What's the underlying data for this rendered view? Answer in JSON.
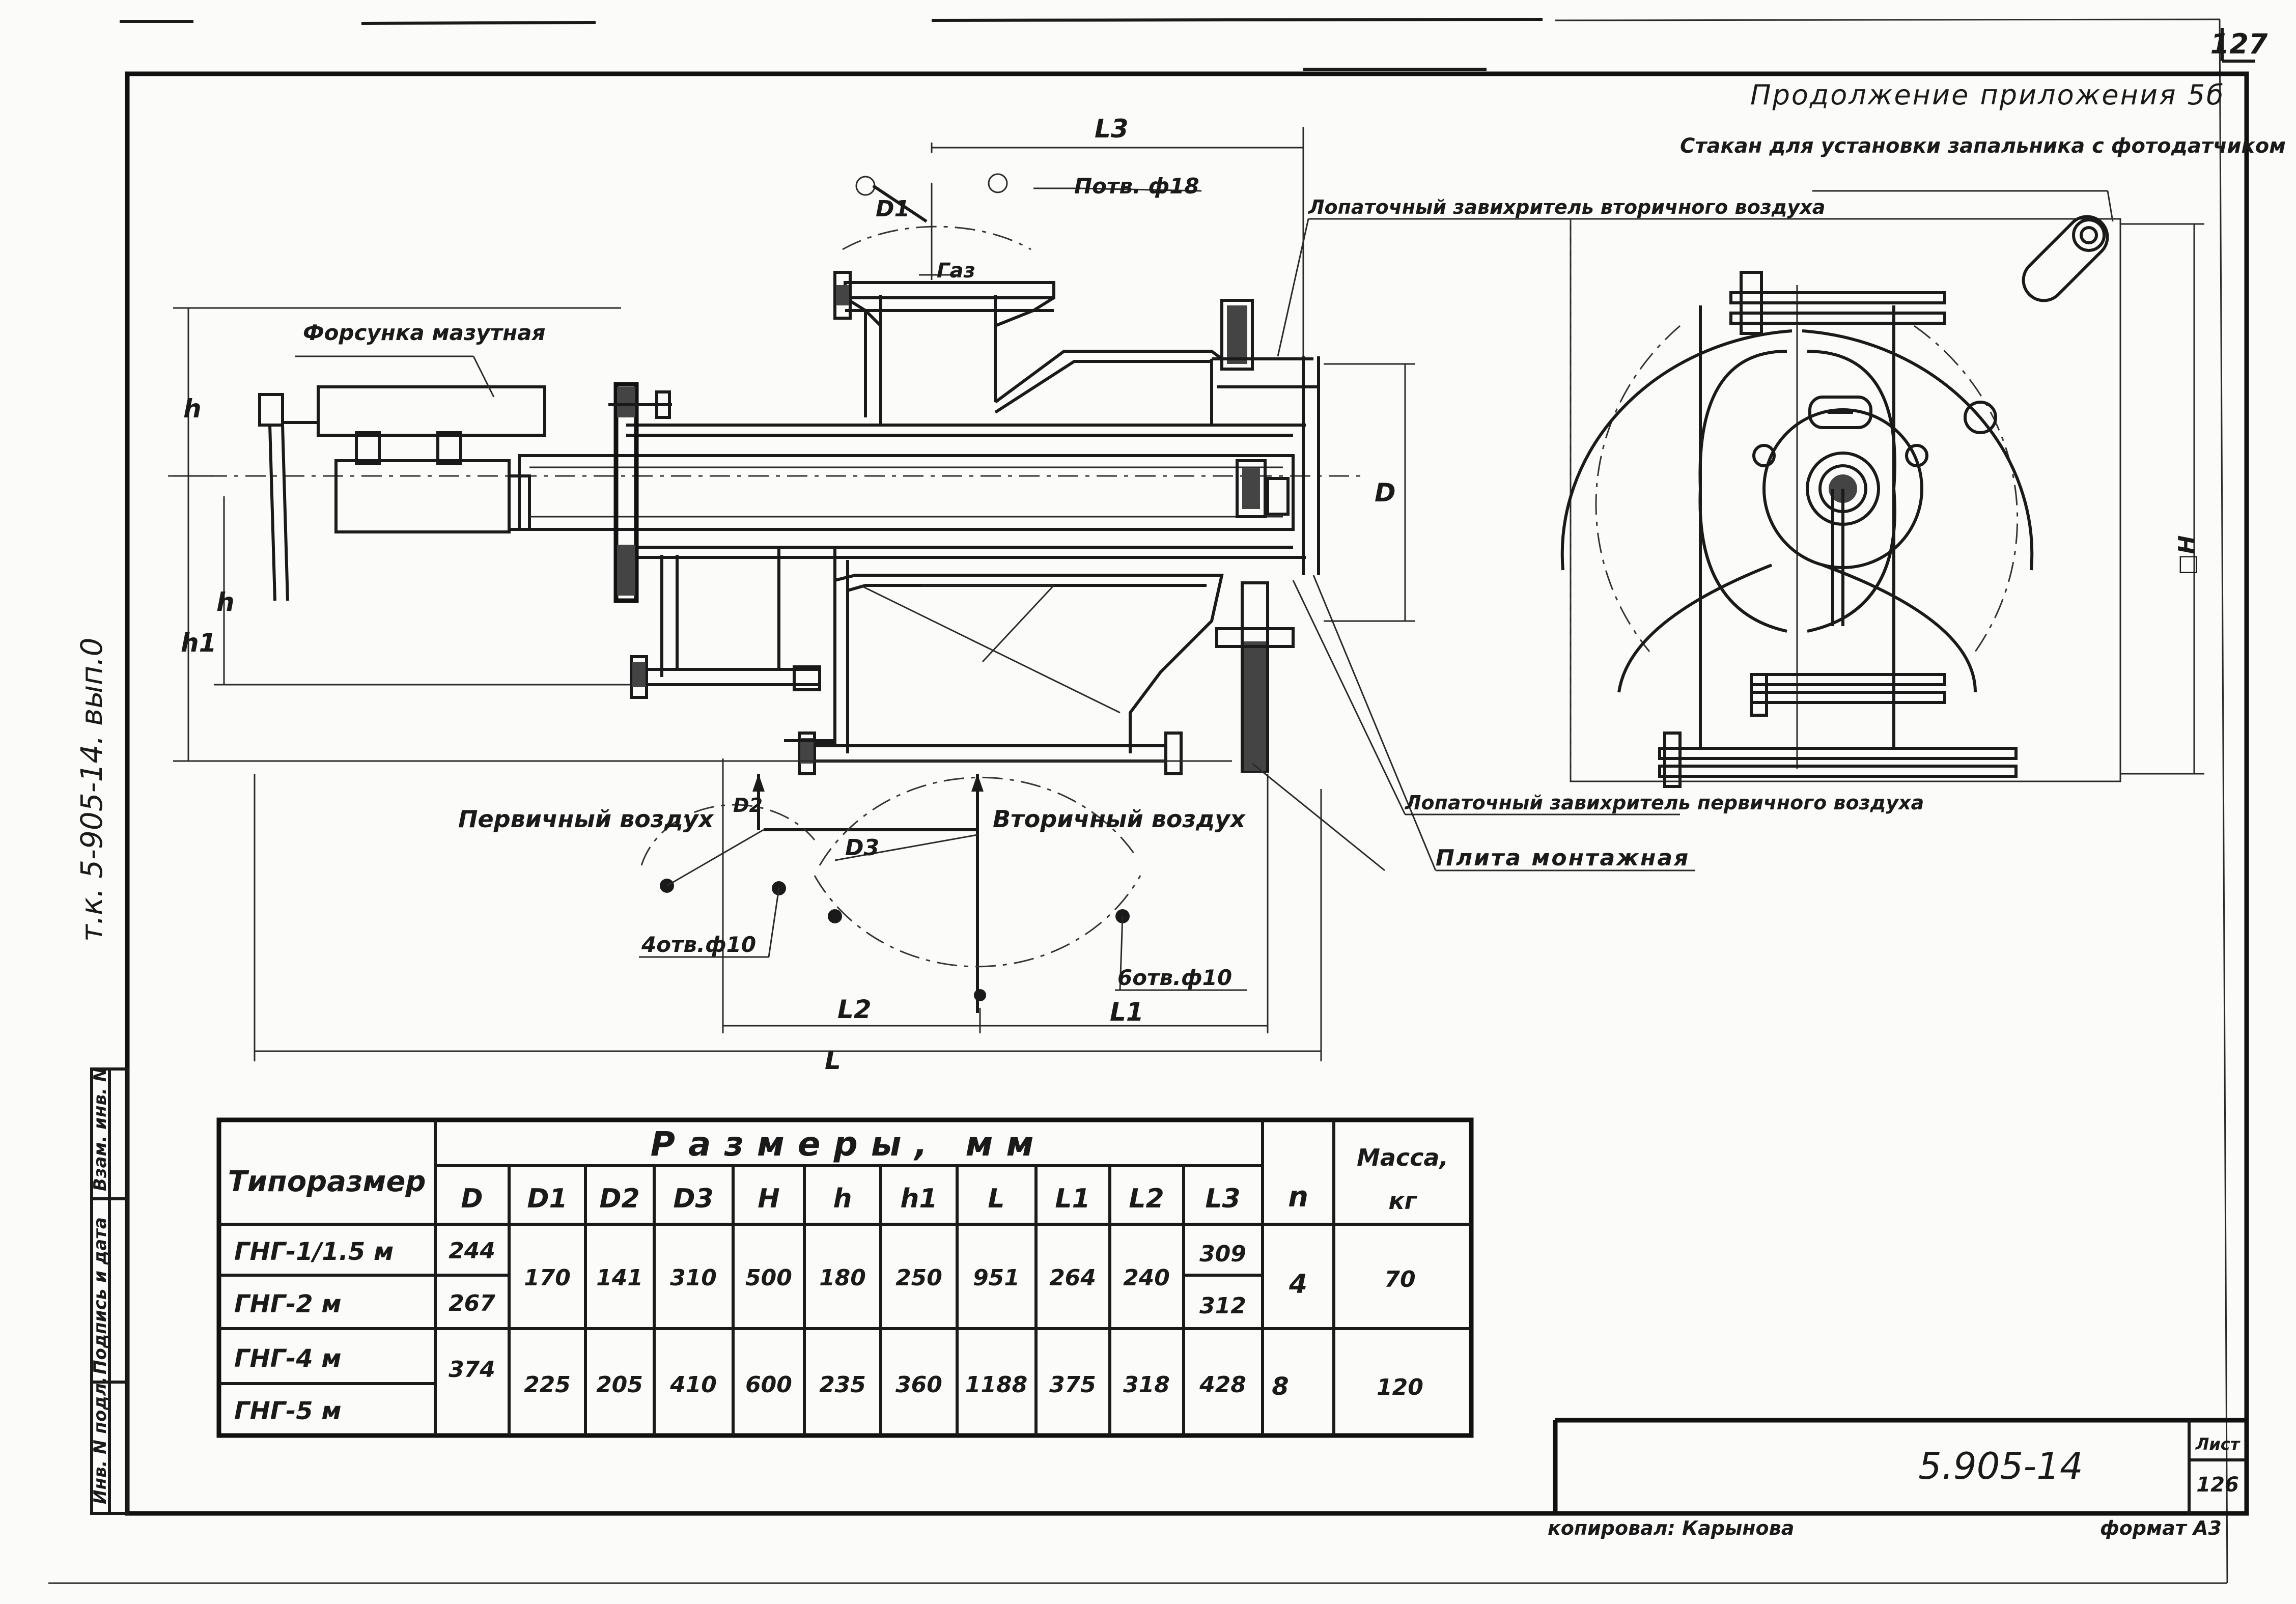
{
  "sheet": {
    "page_number": "127",
    "header": "Продолжение приложения 5б",
    "side_note": "т.к. 5-905-14. вып.0",
    "format": "формат А3",
    "copied_by": "копировал: Карынова"
  },
  "title_block": {
    "doc_number": "5.905-14",
    "sheet_label": "Лист",
    "sheet_number": "126"
  },
  "side_stamp": [
    "Инв. N подл.",
    "Подпись и дата",
    "Взам. инв. N"
  ],
  "drawing_labels": {
    "nozzle": "Форсунка мазутная",
    "holes_top": "Потв. ф18",
    "gas": "Газ",
    "swirler_secondary": "Лопаточный завихритель вторичного воздуха",
    "swirler_primary": "Лопаточный завихритель первичного воздуха",
    "plate": "Плита монтажная",
    "primary_air": "Первичный воздух",
    "secondary_air": "Вторичный воздух",
    "holes_4": "4отв.ф10",
    "holes_6": "6отв.ф10",
    "sight_glass": "Стакан для установки запальника с фотодатчиком",
    "dim_L": "L",
    "dim_L1": "L1",
    "dim_L2": "L2",
    "dim_L3": "L3",
    "dim_D": "D",
    "dim_D1": "D1",
    "dim_D2": "D2",
    "dim_D3": "D3",
    "dim_h": "h",
    "dim_h1": "h1",
    "dim_H": "□H"
  },
  "table": {
    "col_typesize": "Типоразмер",
    "group_header": "Размеры, мм",
    "col_n": "n",
    "col_mass": "Масса, кг",
    "dims": [
      "D",
      "D1",
      "D2",
      "D3",
      "H",
      "h",
      "h1",
      "L",
      "L1",
      "L2",
      "L3"
    ],
    "types": [
      "ГНГ-1/1.5 м",
      "ГНГ-2 м",
      "ГНГ-4 м",
      "ГНГ-5 м"
    ],
    "group_a": {
      "D": [
        "244",
        "267"
      ],
      "D1": "170",
      "D2": "141",
      "D3": "310",
      "H": "500",
      "h": "180",
      "h1": "250",
      "L": "951",
      "L1": "264",
      "L2": "240",
      "L3": [
        "309",
        "312"
      ],
      "n": "4",
      "mass": "70"
    },
    "group_b": {
      "D": "374",
      "D1": "225",
      "D2": "205",
      "D3": "410",
      "H": "600",
      "h": "235",
      "h1": "360",
      "L": "1188",
      "L1": "375",
      "L2": "318",
      "L3": "428",
      "n": "8",
      "mass": "120"
    }
  }
}
